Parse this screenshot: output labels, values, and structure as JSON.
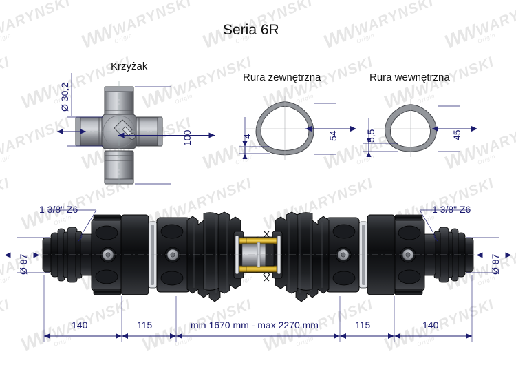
{
  "page": {
    "title": "Seria 6R",
    "background": "#ffffff",
    "dimension_color": "#1b1b6e",
    "text_color": "#111111",
    "watermark": {
      "brand": "WARYNSKI",
      "sub": "Origin",
      "logo": "W",
      "color": "#e6e6e6"
    }
  },
  "sections": {
    "cross": {
      "heading": "Krzyżak",
      "dims": {
        "diameter": "Ø 30,2",
        "length": "100"
      }
    },
    "outer_tube": {
      "heading": "Rura zewnętrzna",
      "dims": {
        "wall": "4",
        "size": "54"
      }
    },
    "inner_tube": {
      "heading": "Rura wewnętrzna",
      "dims": {
        "wall": "5,5",
        "size": "45"
      }
    },
    "shaft": {
      "spline_left": "1 3/8\" Z6",
      "spline_right": "1 3/8\" Z6",
      "yoke_dia_left": "Ø 87",
      "yoke_dia_right": "Ø 87",
      "len_left_outer": "140",
      "len_left_inner": "115",
      "len_total": "min 1670 mm - max 2270 mm",
      "len_right_inner": "115",
      "len_right_outer": "140"
    }
  }
}
